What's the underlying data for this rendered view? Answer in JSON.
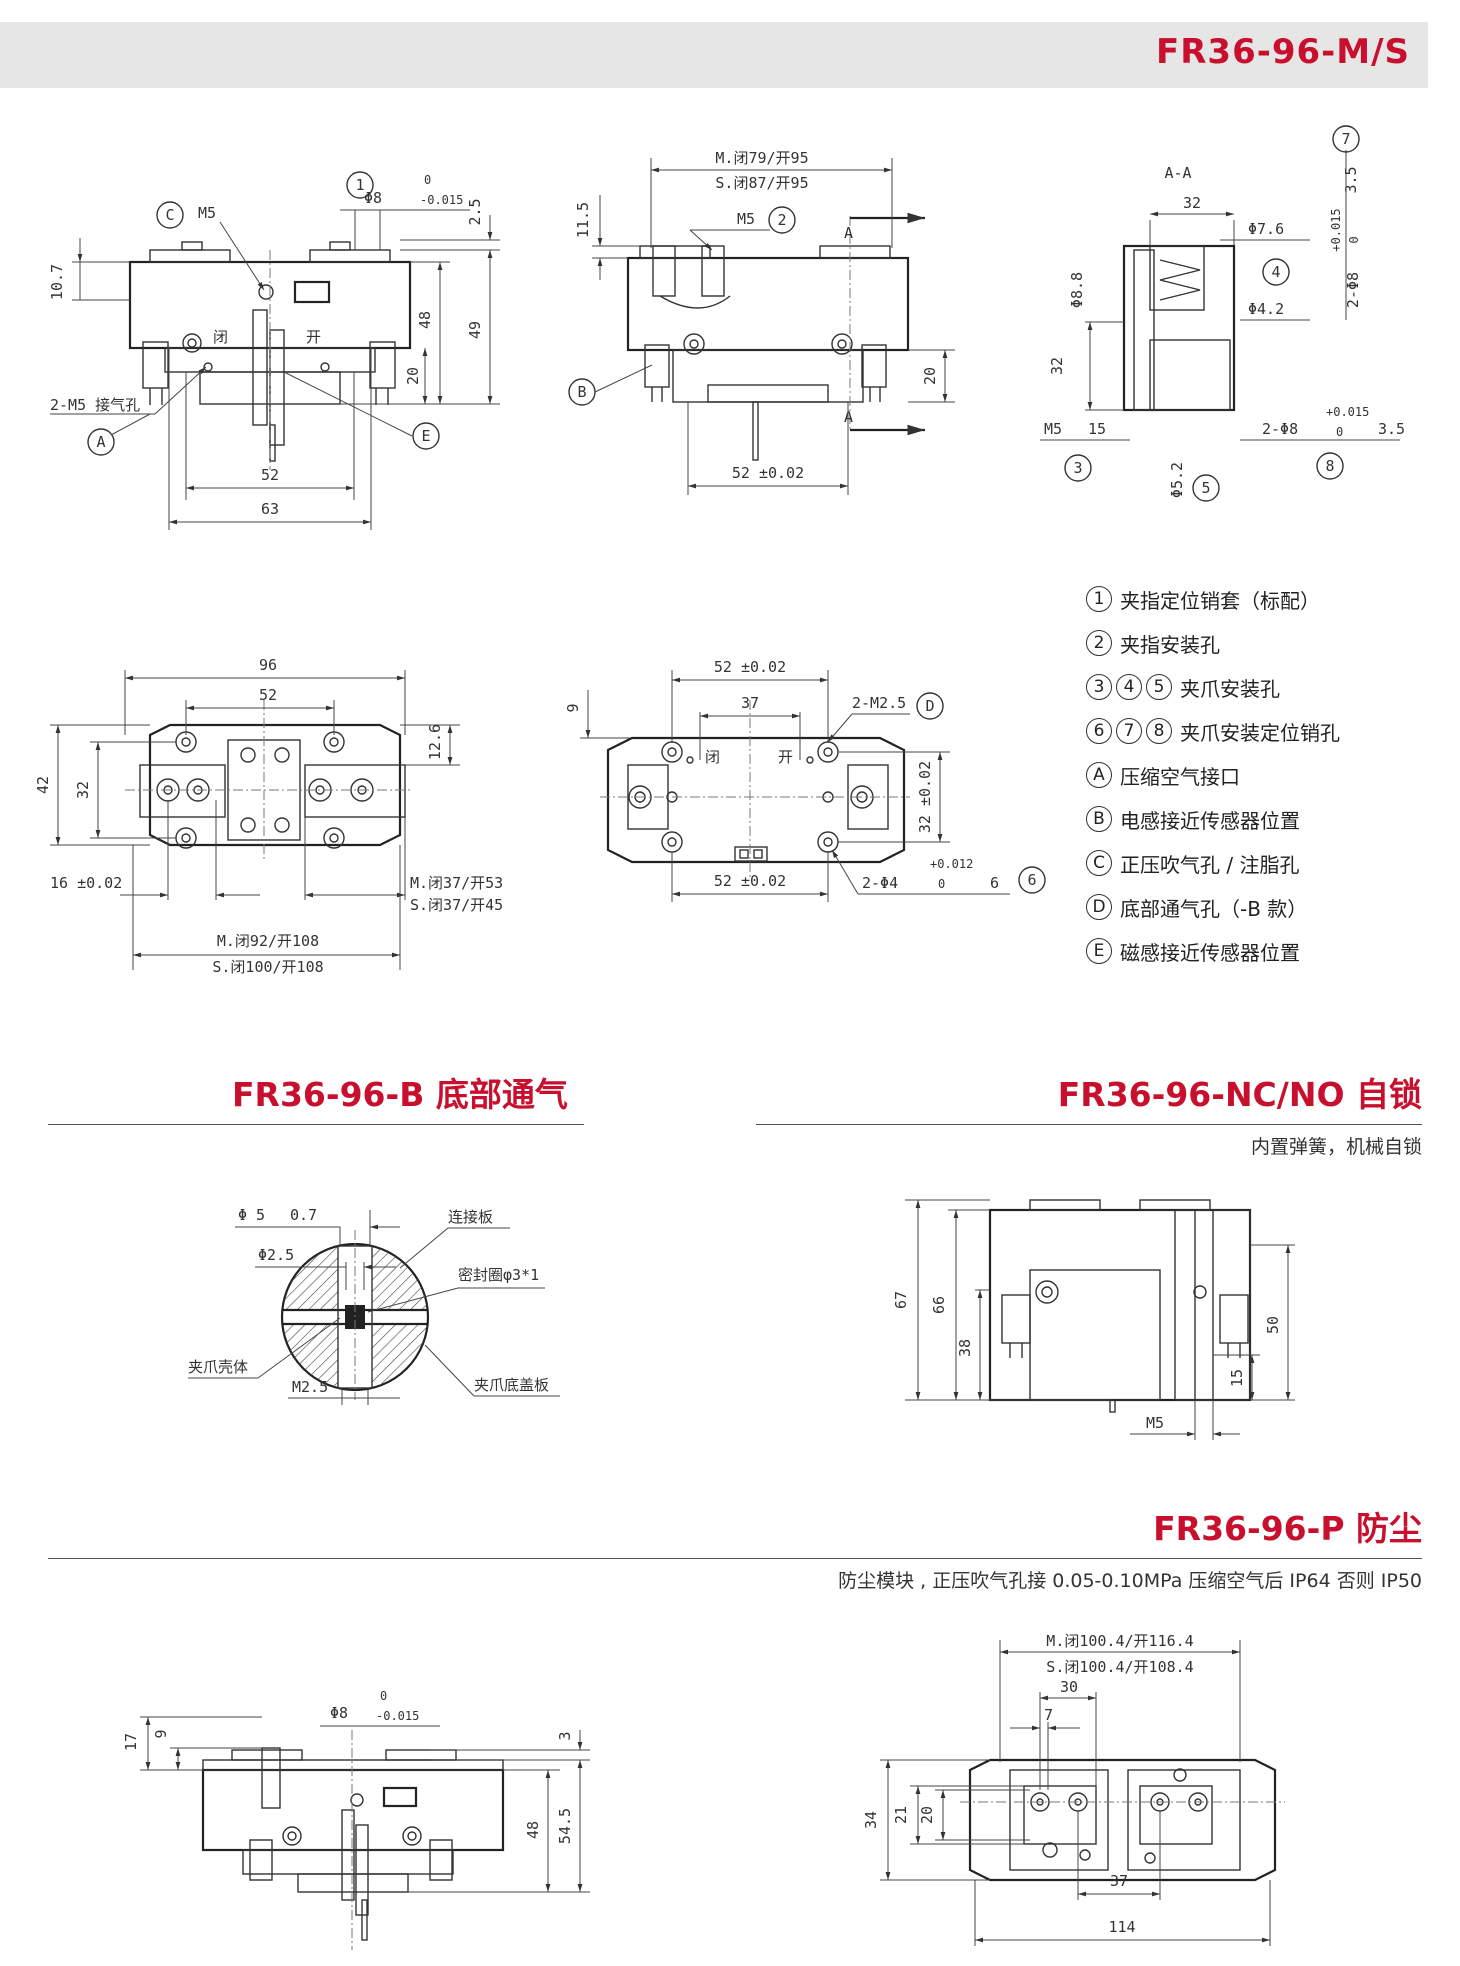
{
  "header": {
    "title": "FR36-96-M/S"
  },
  "legend": {
    "items": [
      {
        "marks": [
          "1"
        ],
        "text": "夹指定位销套（标配）"
      },
      {
        "marks": [
          "2"
        ],
        "text": "夹指安装孔"
      },
      {
        "marks": [
          "3",
          "4",
          "5"
        ],
        "text": "夹爪安装孔"
      },
      {
        "marks": [
          "6",
          "7",
          "8"
        ],
        "text": "夹爪安装定位销孔"
      },
      {
        "marks": [
          "A"
        ],
        "text": "压缩空气接口"
      },
      {
        "marks": [
          "B"
        ],
        "text": "电感接近传感器位置"
      },
      {
        "marks": [
          "C"
        ],
        "text": "正压吹气孔 / 注脂孔"
      },
      {
        "marks": [
          "D"
        ],
        "text": "底部通气孔（-B 款）"
      },
      {
        "marks": [
          "E"
        ],
        "text": "磁感接近传感器位置"
      }
    ]
  },
  "sections": {
    "bottom_air": {
      "title": "FR36-96-B 底部通气"
    },
    "self_lock": {
      "title": "FR36-96-NC/NO 自锁",
      "subtitle": "内置弹簧，机械自锁"
    },
    "dustproof": {
      "title": "FR36-96-P 防尘",
      "subtitle": "防尘模块 , 正压吹气孔接 0.05-0.10MPa 压缩空气后 IP64 否则 IP50"
    }
  },
  "drawings": {
    "front": {
      "dims": [
        "10.7",
        "M5",
        "Φ8",
        "0",
        "-0.015",
        "2.5",
        "48",
        "49",
        "20",
        "52",
        "63",
        "2-M5 接气孔"
      ],
      "marks": {
        "c": "C",
        "one": "1",
        "a": "A",
        "e": "E",
        "close": "闭",
        "open": "开"
      }
    },
    "side": {
      "dims": [
        "M.闭79/开95",
        "S.闭87/开95",
        "11.5",
        "M5",
        "20",
        "52 ±0.02"
      ],
      "marks": {
        "two": "2",
        "a": "A",
        "b": "B"
      }
    },
    "section": {
      "dims": [
        "A-A",
        "32",
        "Φ7.6",
        "Φ8.8",
        "Φ4.2",
        "32",
        "M5",
        "15",
        "2-Φ8",
        "+0.015",
        "0",
        "3.5",
        "Φ5.2",
        "+0.015",
        "0",
        "3.5",
        "2-Φ8"
      ],
      "marks": {
        "seven": "7",
        "four": "4",
        "three": "3",
        "five": "5",
        "eight": "8"
      }
    },
    "top": {
      "dims": [
        "96",
        "52",
        "12.6",
        "42",
        "32",
        "16 ±0.02",
        "M.闭37/开53",
        "S.闭37/开45",
        "M.闭92/开108",
        "S.闭100/开108"
      ]
    },
    "bottom": {
      "dims": [
        "52 ±0.02",
        "9",
        "37",
        "2-M2.5",
        "32 ±0.02",
        "52 ±0.02",
        "2-Φ4",
        "+0.012",
        "0",
        "6"
      ],
      "marks": {
        "d": "D",
        "six": "6",
        "close": "闭",
        "open": "开"
      }
    },
    "bottom_air": {
      "dims": [
        "Φ 5",
        "0.7",
        "Φ2.5",
        "M2.5"
      ],
      "labels": [
        "连接板",
        "密封圈φ3*1",
        "夹爪壳体",
        "夹爪底盖板"
      ]
    },
    "self_lock": {
      "dims": [
        "67",
        "66",
        "38",
        "50",
        "15",
        "M5"
      ]
    },
    "dustproof_front": {
      "dims": [
        "Φ8",
        "0",
        "-0.015",
        "17",
        "9",
        "3",
        "48",
        "54.5"
      ]
    },
    "dustproof_top": {
      "dims": [
        "M.闭100.4/开116.4",
        "S.闭100.4/开108.4",
        "30",
        "7",
        "34",
        "21",
        "20",
        "37",
        "114"
      ]
    }
  }
}
